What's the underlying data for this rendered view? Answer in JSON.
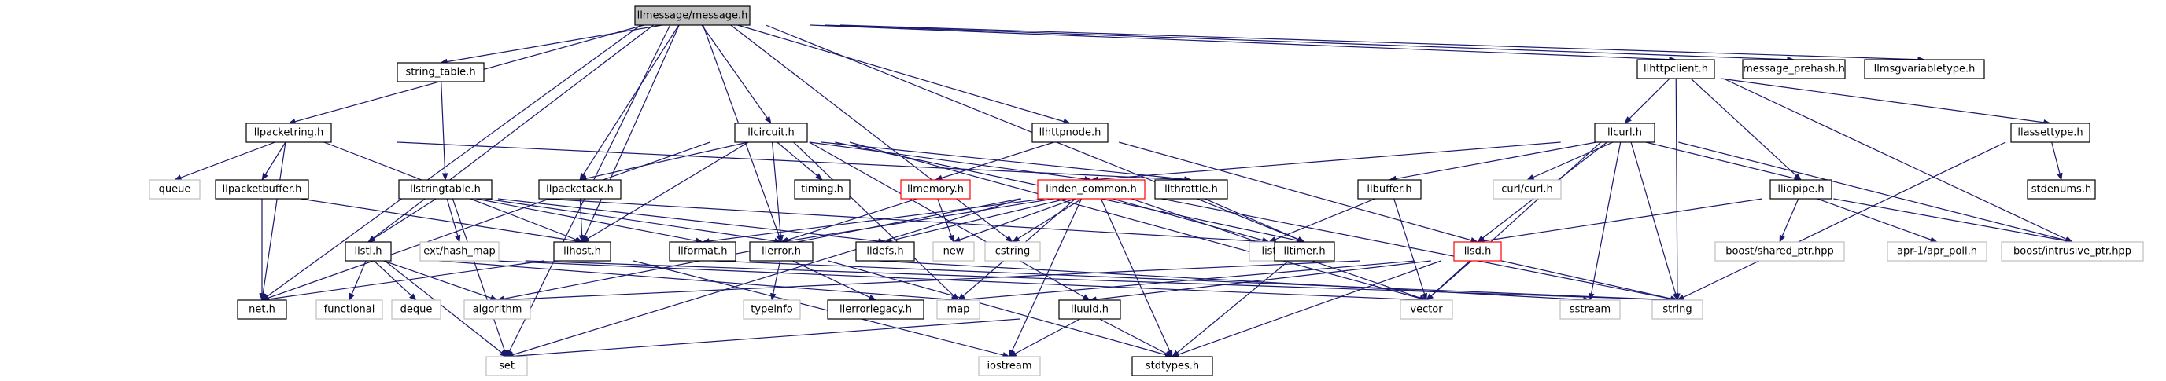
{
  "graph": {
    "colors": {
      "edge": "#191970",
      "root_fill": "#bfbfbf",
      "file_border": "#000000",
      "truncated_border": "#ff0000",
      "system_border": "#bfbfbf"
    },
    "nodes": [
      {
        "id": "message_h",
        "label": "llmessage/message.h",
        "kind": "root"
      },
      {
        "id": "string_table_h",
        "label": "string_table.h",
        "kind": "file"
      },
      {
        "id": "llhttpclient_h",
        "label": "llhttpclient.h",
        "kind": "file"
      },
      {
        "id": "message_prehash_h",
        "label": "message_prehash.h",
        "kind": "file"
      },
      {
        "id": "llmsgvariabletype_h",
        "label": "llmsgvariabletype.h",
        "kind": "file"
      },
      {
        "id": "llpacketring_h",
        "label": "llpacketring.h",
        "kind": "file"
      },
      {
        "id": "llcircuit_h",
        "label": "llcircuit.h",
        "kind": "file"
      },
      {
        "id": "llhttpnode_h",
        "label": "llhttpnode.h",
        "kind": "file"
      },
      {
        "id": "llcurl_h",
        "label": "llcurl.h",
        "kind": "file"
      },
      {
        "id": "llassettype_h",
        "label": "llassettype.h",
        "kind": "file"
      },
      {
        "id": "queue",
        "label": "queue",
        "kind": "sys"
      },
      {
        "id": "llpacketbuffer_h",
        "label": "llpacketbuffer.h",
        "kind": "file"
      },
      {
        "id": "llstringtable_h",
        "label": "llstringtable.h",
        "kind": "file"
      },
      {
        "id": "llpacketack_h",
        "label": "llpacketack.h",
        "kind": "file"
      },
      {
        "id": "timing_h",
        "label": "timing.h",
        "kind": "file"
      },
      {
        "id": "llmemory_h",
        "label": "llmemory.h",
        "kind": "trunc"
      },
      {
        "id": "linden_common_h",
        "label": "linden_common.h",
        "kind": "trunc"
      },
      {
        "id": "llthrottle_h",
        "label": "llthrottle.h",
        "kind": "file"
      },
      {
        "id": "llbuffer_h",
        "label": "llbuffer.h",
        "kind": "file"
      },
      {
        "id": "curl_curl_h",
        "label": "curl/curl.h",
        "kind": "sys"
      },
      {
        "id": "lliopipe_h",
        "label": "lliopipe.h",
        "kind": "file"
      },
      {
        "id": "stdenums_h",
        "label": "stdenums.h",
        "kind": "file"
      },
      {
        "id": "llstl_h",
        "label": "llstl.h",
        "kind": "file"
      },
      {
        "id": "ext_hash_map",
        "label": "ext/hash_map",
        "kind": "sys"
      },
      {
        "id": "llhost_h",
        "label": "llhost.h",
        "kind": "file"
      },
      {
        "id": "llformat_h",
        "label": "llformat.h",
        "kind": "file"
      },
      {
        "id": "llerror_h",
        "label": "llerror.h",
        "kind": "file"
      },
      {
        "id": "lldefs_h",
        "label": "lldefs.h",
        "kind": "file"
      },
      {
        "id": "new",
        "label": "new",
        "kind": "sys"
      },
      {
        "id": "cstring",
        "label": "cstring",
        "kind": "sys"
      },
      {
        "id": "list",
        "label": "list",
        "kind": "sys"
      },
      {
        "id": "lltimer_h",
        "label": "lltimer.h",
        "kind": "file"
      },
      {
        "id": "llsd_h",
        "label": "llsd.h",
        "kind": "trunc"
      },
      {
        "id": "boost_shared_ptr",
        "label": "boost/shared_ptr.hpp",
        "kind": "sys"
      },
      {
        "id": "apr_poll_h",
        "label": "apr-1/apr_poll.h",
        "kind": "sys"
      },
      {
        "id": "boost_intrusive_ptr",
        "label": "boost/intrusive_ptr.hpp",
        "kind": "sys"
      },
      {
        "id": "net_h",
        "label": "net.h",
        "kind": "file"
      },
      {
        "id": "functional",
        "label": "functional",
        "kind": "sys"
      },
      {
        "id": "deque",
        "label": "deque",
        "kind": "sys"
      },
      {
        "id": "algorithm",
        "label": "algorithm",
        "kind": "sys"
      },
      {
        "id": "typeinfo",
        "label": "typeinfo",
        "kind": "sys"
      },
      {
        "id": "llerrorlegacy_h",
        "label": "llerrorlegacy.h",
        "kind": "file"
      },
      {
        "id": "map",
        "label": "map",
        "kind": "sys"
      },
      {
        "id": "lluuid_h",
        "label": "lluuid.h",
        "kind": "file"
      },
      {
        "id": "vector",
        "label": "vector",
        "kind": "sys"
      },
      {
        "id": "sstream",
        "label": "sstream",
        "kind": "sys"
      },
      {
        "id": "string",
        "label": "string",
        "kind": "sys"
      },
      {
        "id": "set",
        "label": "set",
        "kind": "sys"
      },
      {
        "id": "iostream",
        "label": "iostream",
        "kind": "sys"
      },
      {
        "id": "stdtypes_h",
        "label": "stdtypes.h",
        "kind": "file"
      }
    ],
    "edges": [
      [
        "message_h",
        "string_table_h"
      ],
      [
        "message_h",
        "llhttpclient_h"
      ],
      [
        "message_h",
        "message_prehash_h"
      ],
      [
        "message_h",
        "llmsgvariabletype_h"
      ],
      [
        "message_h",
        "llpacketring_h"
      ],
      [
        "message_h",
        "llcircuit_h"
      ],
      [
        "message_h",
        "llhttpnode_h"
      ],
      [
        "message_h",
        "llpacketack_h"
      ],
      [
        "message_h",
        "llhost_h"
      ],
      [
        "message_h",
        "llerror_h"
      ],
      [
        "message_h",
        "lltimer_h"
      ],
      [
        "message_h",
        "cstring"
      ],
      [
        "message_h",
        "llstl_h"
      ],
      [
        "message_h",
        "net_h"
      ],
      [
        "message_h",
        "set"
      ],
      [
        "string_table_h",
        "llstringtable_h"
      ],
      [
        "llhttpclient_h",
        "llcurl_h"
      ],
      [
        "llhttpclient_h",
        "lliopipe_h"
      ],
      [
        "llhttpclient_h",
        "llassettype_h"
      ],
      [
        "llhttpclient_h",
        "boost_intrusive_ptr"
      ],
      [
        "llhttpclient_h",
        "string"
      ],
      [
        "llpacketring_h",
        "queue"
      ],
      [
        "llpacketring_h",
        "llpacketbuffer_h"
      ],
      [
        "llpacketring_h",
        "llhost_h"
      ],
      [
        "llpacketring_h",
        "net_h"
      ],
      [
        "llpacketring_h",
        "llthrottle_h"
      ],
      [
        "llpacketbuffer_h",
        "net_h"
      ],
      [
        "llpacketbuffer_h",
        "llhost_h"
      ],
      [
        "llcircuit_h",
        "llpacketack_h"
      ],
      [
        "llcircuit_h",
        "timing_h"
      ],
      [
        "llcircuit_h",
        "llthrottle_h"
      ],
      [
        "llcircuit_h",
        "llerror_h"
      ],
      [
        "llcircuit_h",
        "llhost_h"
      ],
      [
        "llcircuit_h",
        "lltimer_h"
      ],
      [
        "llcircuit_h",
        "net_h"
      ],
      [
        "llcircuit_h",
        "map"
      ],
      [
        "llcircuit_h",
        "lluuid_h"
      ],
      [
        "llcircuit_h",
        "vector"
      ],
      [
        "llcircuit_h",
        "linden_common_h"
      ],
      [
        "llhttpnode_h",
        "llmemory_h"
      ],
      [
        "llhttpnode_h",
        "llsd_h"
      ],
      [
        "llcurl_h",
        "linden_common_h"
      ],
      [
        "llcurl_h",
        "llbuffer_h"
      ],
      [
        "llcurl_h",
        "curl_curl_h"
      ],
      [
        "llcurl_h",
        "lliopipe_h"
      ],
      [
        "llcurl_h",
        "llsd_h"
      ],
      [
        "llcurl_h",
        "vector"
      ],
      [
        "llcurl_h",
        "string"
      ],
      [
        "llcurl_h",
        "sstream"
      ],
      [
        "llcurl_h",
        "boost_intrusive_ptr"
      ],
      [
        "llassettype_h",
        "stdenums_h"
      ],
      [
        "llassettype_h",
        "string"
      ],
      [
        "llstringtable_h",
        "llstl_h"
      ],
      [
        "llstringtable_h",
        "ext_hash_map"
      ],
      [
        "llstringtable_h",
        "llformat_h"
      ],
      [
        "llstringtable_h",
        "llerror_h"
      ],
      [
        "llstringtable_h",
        "list"
      ],
      [
        "llstringtable_h",
        "set"
      ],
      [
        "llstringtable_h",
        "lldefs_h"
      ],
      [
        "llpacketack_h",
        "llhost_h"
      ],
      [
        "llmemory_h",
        "new"
      ],
      [
        "llmemory_h",
        "llerror_h"
      ],
      [
        "linden_common_h",
        "llformat_h"
      ],
      [
        "linden_common_h",
        "llerror_h"
      ],
      [
        "linden_common_h",
        "lldefs_h"
      ],
      [
        "linden_common_h",
        "new"
      ],
      [
        "linden_common_h",
        "cstring"
      ],
      [
        "linden_common_h",
        "list"
      ],
      [
        "linden_common_h",
        "string"
      ],
      [
        "linden_common_h",
        "map"
      ],
      [
        "linden_common_h",
        "vector"
      ],
      [
        "linden_common_h",
        "algorithm"
      ],
      [
        "linden_common_h",
        "iostream"
      ],
      [
        "linden_common_h",
        "stdtypes_h"
      ],
      [
        "linden_common_h",
        "set"
      ],
      [
        "llthrottle_h",
        "lltimer_h"
      ],
      [
        "llbuffer_h",
        "list"
      ],
      [
        "llbuffer_h",
        "vector"
      ],
      [
        "lliopipe_h",
        "boost_shared_ptr"
      ],
      [
        "lliopipe_h",
        "apr_poll_h"
      ],
      [
        "lliopipe_h",
        "boost_intrusive_ptr"
      ],
      [
        "lliopipe_h",
        "llsd_h"
      ],
      [
        "llstl_h",
        "functional"
      ],
      [
        "llstl_h",
        "deque"
      ],
      [
        "llstl_h",
        "algorithm"
      ],
      [
        "llstl_h",
        "map"
      ],
      [
        "llstl_h",
        "vector"
      ],
      [
        "llstl_h",
        "set"
      ],
      [
        "llstl_h",
        "string"
      ],
      [
        "llhost_h",
        "net_h"
      ],
      [
        "llhost_h",
        "iostream"
      ],
      [
        "llhost_h",
        "string"
      ],
      [
        "llerror_h",
        "typeinfo"
      ],
      [
        "llerror_h",
        "llerrorlegacy_h"
      ],
      [
        "llerror_h",
        "sstream"
      ],
      [
        "llerror_h",
        "stdtypes_h"
      ],
      [
        "lltimer_h",
        "stdtypes_h"
      ],
      [
        "llsd_h",
        "map"
      ],
      [
        "llsd_h",
        "string"
      ],
      [
        "llsd_h",
        "vector"
      ],
      [
        "llsd_h",
        "lluuid_h"
      ],
      [
        "llsd_h",
        "stdtypes_h"
      ],
      [
        "llsd_h",
        "algorithm"
      ],
      [
        "lluuid_h",
        "iostream"
      ],
      [
        "lluuid_h",
        "set"
      ],
      [
        "lluuid_h",
        "stdtypes_h"
      ]
    ]
  }
}
